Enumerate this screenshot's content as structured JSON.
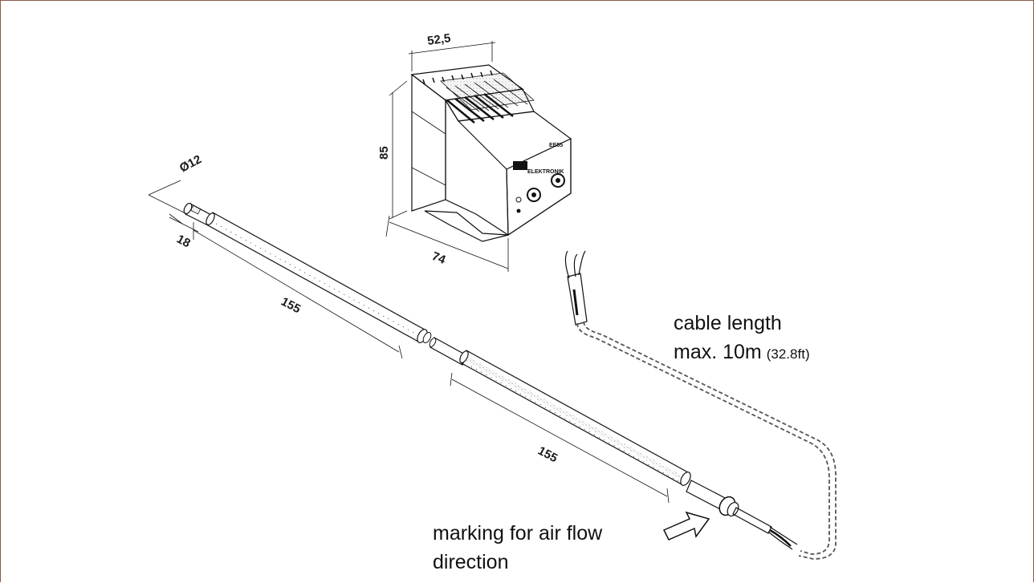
{
  "dimensions": {
    "width_top": "52,5",
    "height": "85",
    "depth": "74",
    "diameter": "Ø12",
    "tip_length": "18",
    "segment_1": "155",
    "segment_2": "155"
  },
  "device": {
    "model": "EE55",
    "brand": "ELEKTRONIK"
  },
  "annotations": {
    "cable_line1": "cable length",
    "cable_line2_main": "max. 10m",
    "cable_line2_unit": "(32.8ft)",
    "airflow_line1": "marking for air flow",
    "airflow_line2": "direction"
  },
  "colors": {
    "line": "#111111",
    "frame": "#8a5a4a"
  }
}
